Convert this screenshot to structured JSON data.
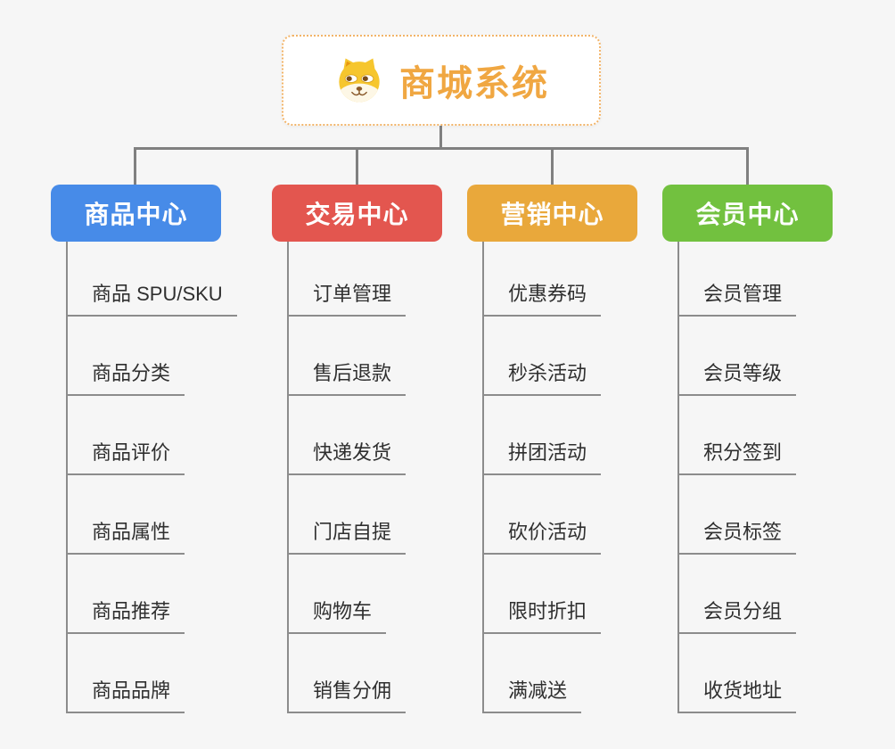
{
  "root": {
    "title": "商城系统",
    "icon": "dog-face-icon"
  },
  "branches": [
    {
      "label": "商品中心",
      "color": "#478be8",
      "items": [
        "商品 SPU/SKU",
        "商品分类",
        "商品评价",
        "商品属性",
        "商品推荐",
        "商品品牌"
      ]
    },
    {
      "label": "交易中心",
      "color": "#e3564f",
      "items": [
        "订单管理",
        "售后退款",
        "快递发货",
        "门店自提",
        "购物车",
        "销售分佣"
      ]
    },
    {
      "label": "营销中心",
      "color": "#e9a83b",
      "items": [
        "优惠券码",
        "秒杀活动",
        "拼团活动",
        "砍价活动",
        "限时折扣",
        "满减送"
      ]
    },
    {
      "label": "会员中心",
      "color": "#72c13f",
      "items": [
        "会员管理",
        "会员等级",
        "积分签到",
        "会员标签",
        "会员分组",
        "收货地址"
      ]
    }
  ],
  "colors": {
    "background": "#f6f6f6",
    "connector": "#808080",
    "child_line": "#8c8c8c",
    "root_text": "#f0a742",
    "root_border": "#f2b469",
    "child_text": "#2f2f2f"
  }
}
